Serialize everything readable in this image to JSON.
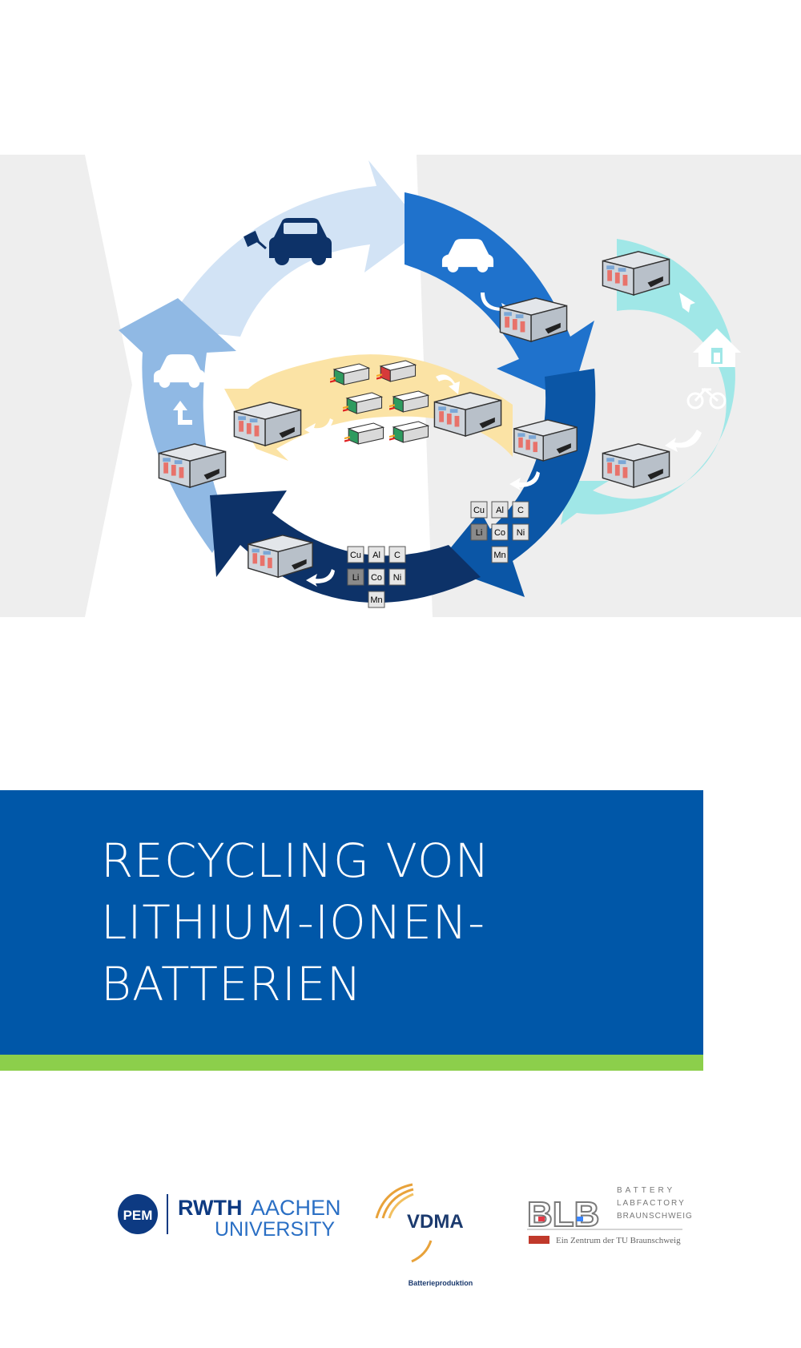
{
  "title_lines": [
    "RECYCLING VON",
    "LITHIUM-IONEN-",
    "BATTERIEN"
  ],
  "elements": {
    "row1": [
      "Cu",
      "Al",
      "C"
    ],
    "row2": [
      "Li",
      "Co",
      "Ni"
    ],
    "row3": [
      "Mn"
    ]
  },
  "logos": {
    "pem": "PEM",
    "rwth_a": "RWTH",
    "rwth_b": "AACHEN",
    "rwth_c": "UNIVERSITY",
    "vdma": "VDMA",
    "vdma_sub": "Batterieproduktion",
    "blb": "BLB",
    "blb_line1": "BATTERY",
    "blb_line2": "LABFACTORY",
    "blb_line3": "BRAUNSCHWEIG",
    "blb_tagline": "Ein Zentrum der TU Braunschweig"
  },
  "colors": {
    "band": "#0057a8",
    "green": "#8ccf4b",
    "arrow_light": "#d2e3f5",
    "arrow_mid": "#90b9e4",
    "arrow_blue": "#1f72cc",
    "arrow_darkblue": "#0b56a6",
    "arrow_navy": "#0d3268",
    "arrow_yellow": "#fbe3a5",
    "cyan_ring": "#a0e7e7"
  }
}
